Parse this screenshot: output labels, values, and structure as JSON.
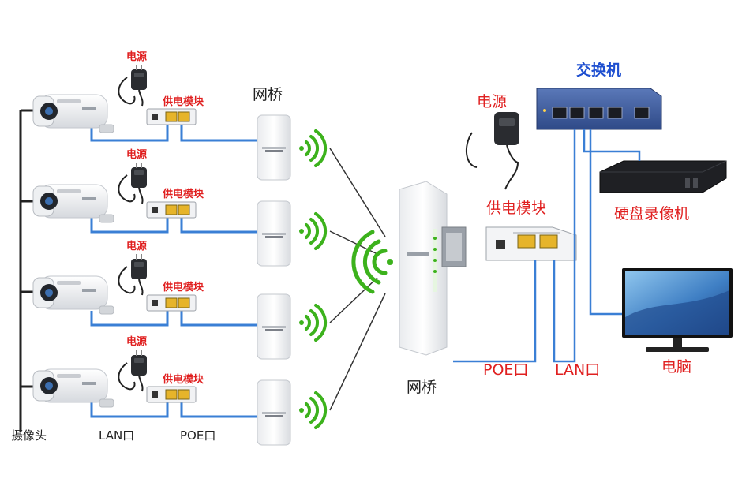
{
  "labels": {
    "power": "电源",
    "poe_module": "供电模块",
    "bridge": "网桥",
    "switch": "交换机",
    "nvr": "硬盘录像机",
    "computer": "电脑",
    "camera": "摄像头",
    "lan_port": "LAN口",
    "poe_port": "POE口"
  },
  "colors": {
    "cable": "#3a7fd5",
    "signal": "#3cb21c",
    "link": "#333333",
    "label_red": "#e02020",
    "label_blue": "#1e4fd0",
    "switch_body": "#3b5aa0"
  },
  "icons": {
    "camera": "bullet-camera-icon",
    "power": "power-adapter-icon",
    "poe": "poe-injector-icon",
    "bridge": "wireless-bridge-icon",
    "signal": "wifi-signal-icon",
    "switch": "network-switch-icon",
    "nvr": "nvr-recorder-icon",
    "monitor": "monitor-icon"
  }
}
